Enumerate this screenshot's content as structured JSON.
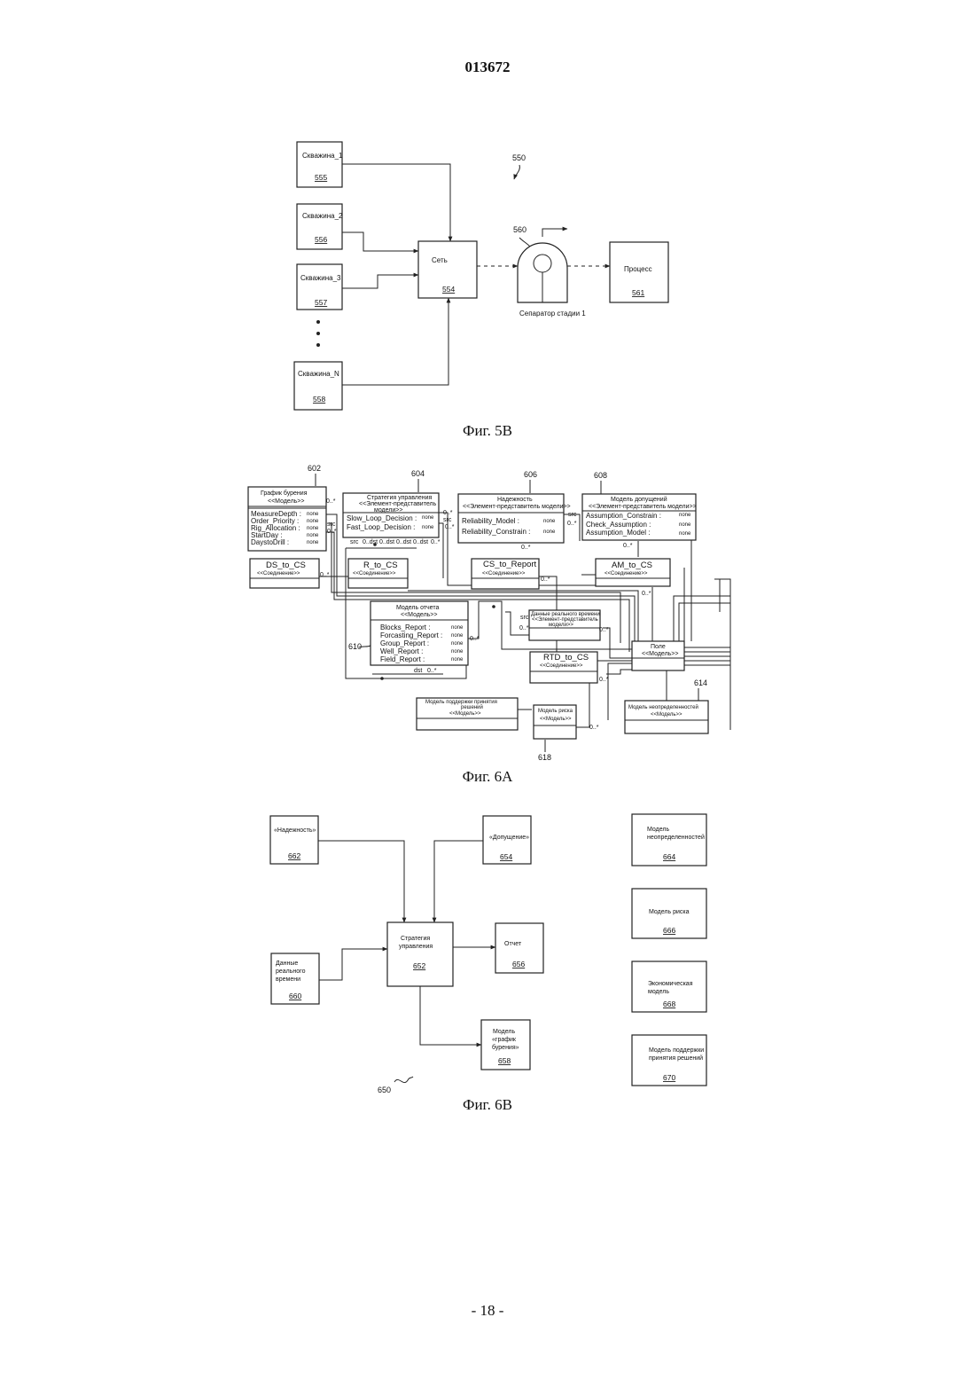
{
  "header": {
    "doc_number": "013672"
  },
  "fig5b": {
    "caption": "Фиг. 5В",
    "ref_main": "550",
    "wells": [
      {
        "name": "Скважина_1",
        "ref": "555"
      },
      {
        "name": "Скважина_2",
        "ref": "556"
      },
      {
        "name": "Скважина_3",
        "ref": "557"
      },
      {
        "name": "Скважина_N",
        "ref": "558"
      }
    ],
    "network": {
      "name": "Сеть",
      "ref": "554"
    },
    "separator": {
      "ref": "560",
      "label": "Сепаратор стадии 1"
    },
    "process": {
      "name": "Процесс",
      "ref": "561"
    }
  },
  "fig6a": {
    "caption": "Фиг. 6А",
    "refs": {
      "r602": "602",
      "r604": "604",
      "r606": "606",
      "r608": "608",
      "r610": "610",
      "r614": "614",
      "r618": "618"
    },
    "drill": {
      "title": "График бурения",
      "stereo": "<<Модель>>",
      "attrs": [
        "MeasureDepth :",
        "Order_Priority :",
        "Rig_Allocation :",
        "StartDay :",
        "DaystoDrill :"
      ],
      "vals": [
        "none",
        "none",
        "none",
        "none",
        "none"
      ]
    },
    "strategy": {
      "title": "Стратегия управления",
      "stereo1": "<<Элемент-представитель",
      "stereo2": "модели>>",
      "attrs": [
        "Slow_Loop_Decision :",
        "Fast_Loop_Decision :"
      ],
      "vals": [
        "none",
        "none"
      ]
    },
    "reliability": {
      "title": "Надежность",
      "stereo": "<<Элемент-представитель модели>>",
      "attrs": [
        "Reliability_Model :",
        "Reliability_Constrain :"
      ],
      "vals": [
        "none",
        "none"
      ]
    },
    "assumption": {
      "title": "Модель допущений",
      "stereo": "<<Элемент-представитель модели>>",
      "attrs": [
        "Assumption_Constrain :",
        "Check_Assumption :",
        "Assumption_Model :"
      ],
      "vals": [
        "none",
        "none",
        "none"
      ]
    },
    "conn_stereo": "<<Соединение>>",
    "ds_to_cs": "DS_to_CS",
    "r_to_cs": "R_to_CS",
    "cs_to_report": "CS_to_Report",
    "am_to_cs": "AM_to_CS",
    "rtd_to_cs": "RTD_to_CS",
    "report": {
      "title": "Модель отчета",
      "stereo": "<<Модель>>",
      "attrs": [
        "Blocks_Report :",
        "Forcasting_Report :",
        "Group_Report :",
        "Well_Report :",
        "Field_Report :"
      ],
      "vals": [
        "none",
        "none",
        "none",
        "none",
        "none"
      ]
    },
    "rtd": {
      "l1": "Данные реального времени",
      "l2": "<<Элемент-представитель",
      "l3": "модели>>"
    },
    "field": {
      "title": "Поле",
      "stereo": "<<Модель>>"
    },
    "dss": {
      "l1": "Модель поддержки принятия",
      "l2": "решений",
      "stereo": "<<Модель>>"
    },
    "risk": {
      "title": "Модель риска",
      "stereo": "<<Модель>>"
    },
    "uncert": {
      "title": "Модель неопределенностей",
      "stereo": "<<Модель>>"
    },
    "mult": {
      "m": "0..*",
      "src": "src",
      "dst": "dst",
      "dst_m": "0..dst"
    }
  },
  "fig6b": {
    "caption": "Фиг. 6В",
    "ref_main": "650",
    "reliability": {
      "name": "«Надежность»",
      "ref": "662"
    },
    "assumption": {
      "name": "«Допущение»",
      "ref": "654"
    },
    "strategy": {
      "l1": "Стратегия",
      "l2": "управления",
      "ref": "652"
    },
    "report": {
      "name": "Отчет",
      "ref": "656"
    },
    "rtd": {
      "l1": "Данные",
      "l2": "реального",
      "l3": "времени",
      "ref": "660"
    },
    "drill": {
      "l1": "Модель",
      "l2": "«график",
      "l3": "бурения»",
      "ref": "658"
    },
    "uncert": {
      "l1": "Модель",
      "l2": "неопределенностей",
      "ref": "664"
    },
    "risk": {
      "name": "Модель риска",
      "ref": "666"
    },
    "econ": {
      "l1": "Экономическая",
      "l2": "модель",
      "ref": "668"
    },
    "dss": {
      "l1": "Модель поддержки",
      "l2": "принятия решений",
      "ref": "670"
    }
  },
  "footer": {
    "page": "- 18 -"
  }
}
